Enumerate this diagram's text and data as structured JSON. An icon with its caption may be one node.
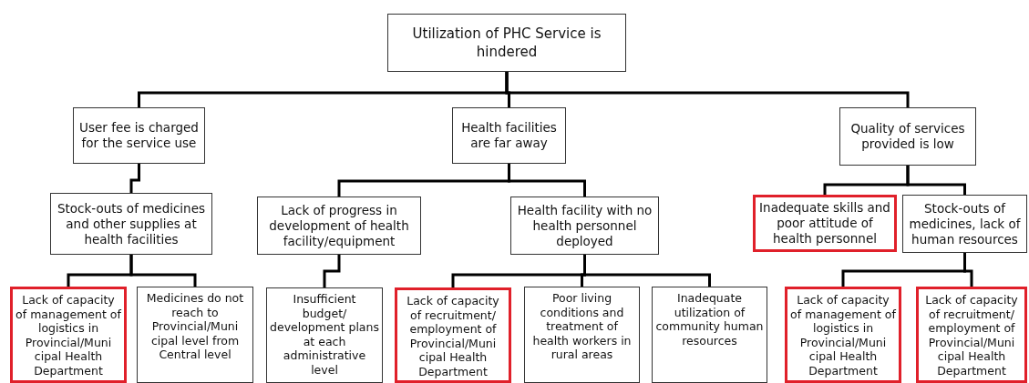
{
  "diagram": {
    "nodes": [
      {
        "text": [
          "Utilization of PHC Service is hindered"
        ]
      },
      {
        "text": [
          "User fee is charged for the service use"
        ]
      },
      {
        "text": [
          "Health facilities are far away"
        ]
      },
      {
        "text": [
          "Quality of services provided is low"
        ]
      },
      {
        "text": [
          "Stock-outs of medicines and other supplies at health facilities"
        ]
      },
      {
        "text": [
          "Lack of progress in development of health facility/equipment"
        ]
      },
      {
        "text": [
          "Health facility with no health personnel deployed"
        ]
      },
      {
        "text": [
          "Inadequate skills and poor attitude of health personnel"
        ]
      },
      {
        "text": [
          "Stock-outs of medicines, lack of human resources"
        ]
      },
      {
        "text": [
          "Lack of capacity of management of logistics in Provincial/Muni cipal Health Department"
        ]
      },
      {
        "text": [
          "Medicines do not reach to Provincial/Muni cipal level from Central level"
        ]
      },
      {
        "text": [
          "Insufficient budget/ development plans at each administrative level"
        ]
      },
      {
        "text": [
          "Lack of capacity of recruitment/ employment of Provincial/Muni cipal Health Department"
        ]
      },
      {
        "text": [
          "Poor living conditions and treatment of health workers in rural areas"
        ]
      },
      {
        "text": [
          "Inadequate utilization of community human resources"
        ]
      },
      {
        "text": [
          "Lack of capacity of management of logistics in Provincial/Muni cipal Health Department"
        ]
      },
      {
        "text": [
          "Lack of capacity of recruitment/ employment of Provincial/Muni cipal Health Department"
        ]
      }
    ],
    "edges": [
      {
        "from": 0,
        "to": 1,
        "arrow": "none"
      },
      {
        "from": 0,
        "to": 2,
        "arrow": "none"
      },
      {
        "from": 0,
        "to": 3,
        "arrow": "none"
      },
      {
        "from": 1,
        "to": 4,
        "arrow": "none"
      },
      {
        "from": 2,
        "to": 5,
        "arrow": "none"
      },
      {
        "from": 2,
        "to": 6,
        "arrow": "none"
      },
      {
        "from": 3,
        "to": 7,
        "arrow": "none"
      },
      {
        "from": 3,
        "to": 8,
        "arrow": "none"
      },
      {
        "from": 4,
        "to": 9,
        "arrow": "none"
      },
      {
        "from": 4,
        "to": 10,
        "arrow": "none"
      },
      {
        "from": 5,
        "to": 11,
        "arrow": "none"
      },
      {
        "from": 6,
        "to": 12,
        "arrow": "none"
      },
      {
        "from": 6,
        "to": 13,
        "arrow": "none"
      },
      {
        "from": 6,
        "to": 14,
        "arrow": "none"
      },
      {
        "from": 8,
        "to": 15,
        "arrow": "none"
      },
      {
        "from": 8,
        "to": 16,
        "arrow": "none"
      }
    ]
  }
}
